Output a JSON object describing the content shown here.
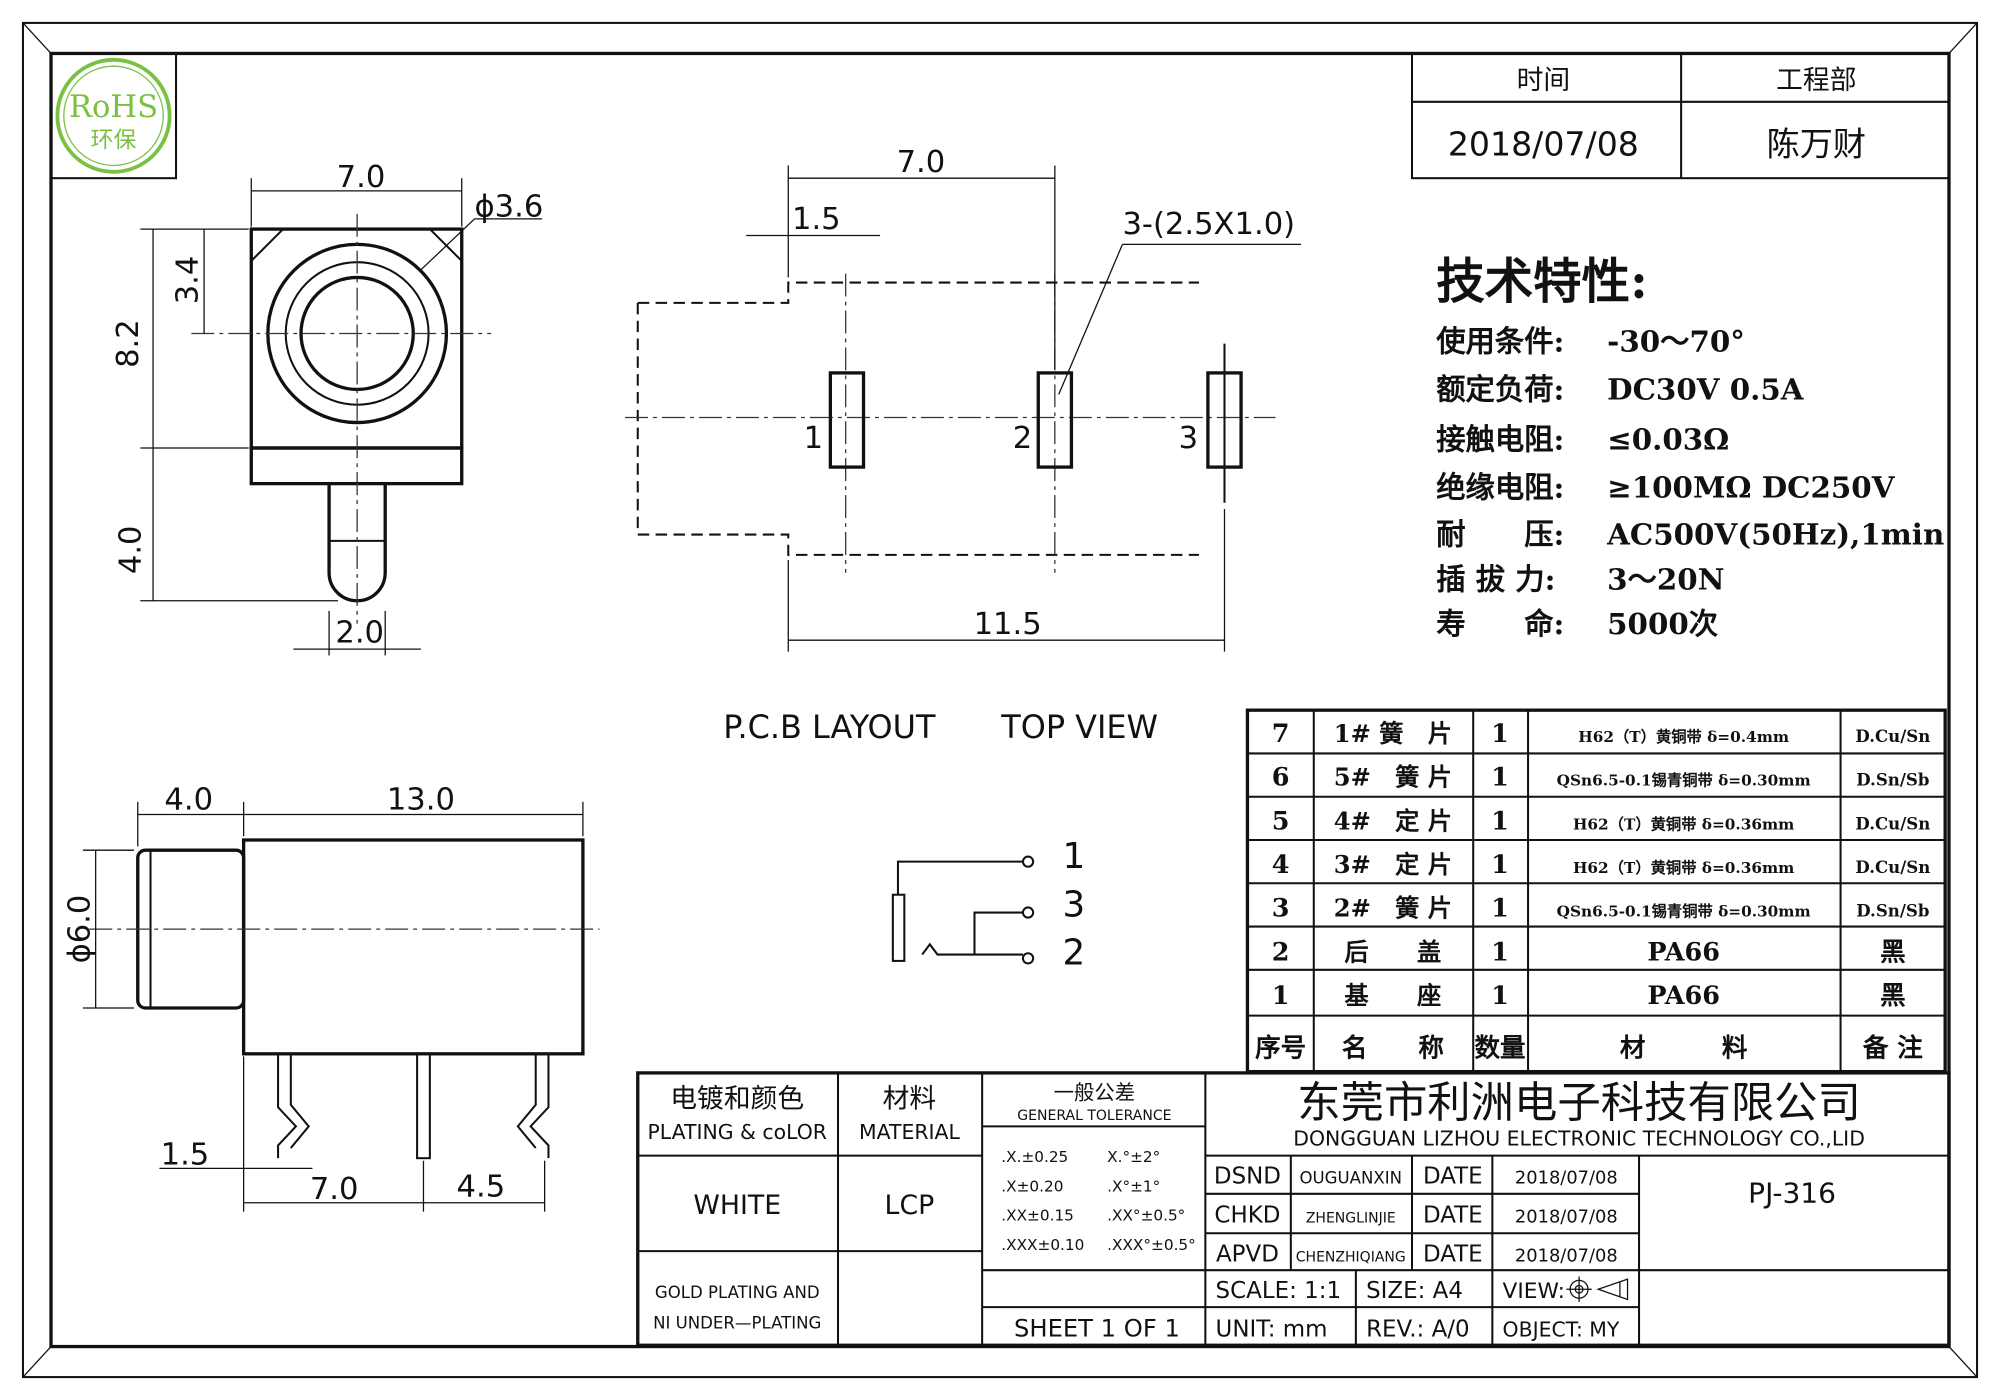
{
  "rohs": {
    "line1": "RoHS",
    "line2": "环保",
    "color": "#7ac143"
  },
  "header_table": {
    "col1_label": "时间",
    "col2_label": "工程部",
    "date": "2018/07/08",
    "engineer": "陈万财"
  },
  "specs": {
    "title": "技术特性:",
    "items": [
      {
        "label": "使用条件:",
        "value": "-30～70°"
      },
      {
        "label": "额定负荷:",
        "value": "DC30V 0.5A"
      },
      {
        "label": "接触电阻:",
        "value": "≤0.03Ω"
      },
      {
        "label": "绝缘电阻:",
        "value": "≥100MΩ DC250V"
      },
      {
        "label": "耐　　压:",
        "value": "AC500V(50Hz),1min"
      },
      {
        "label": "插 拔 力:",
        "value": "3～20N"
      },
      {
        "label": "寿　　命:",
        "value": "5000次"
      }
    ]
  },
  "front_view": {
    "width": "7.0",
    "diameter": "ϕ3.6",
    "h1": "3.4",
    "h2": "8.2",
    "pin_len": "4.0",
    "pin_w": "2.0"
  },
  "pcb_layout": {
    "top": "7.0",
    "offset": "1.5",
    "slot": "3-(2.5X1.0)",
    "bottom": "11.5",
    "pin1": "1",
    "pin2": "2",
    "pin3": "3",
    "caption": "P.C.B LAYOUT",
    "caption2": "TOP VIEW"
  },
  "side_view": {
    "d1": "4.0",
    "d2": "13.0",
    "dia": "ϕ6.0",
    "b1": "1.5",
    "b2": "7.0",
    "b3": "4.5"
  },
  "schematic": {
    "p1": "1",
    "p3": "3",
    "p2": "2"
  },
  "parts_table": {
    "rows": [
      {
        "no": "7",
        "name": "1# 簧　片",
        "qty": "1",
        "material": "H62（T）黄铜带 δ=0.4mm",
        "note": "D.Cu/Sn"
      },
      {
        "no": "6",
        "name": "5#　簧 片",
        "qty": "1",
        "material": "QSn6.5-0.1锡青铜带 δ=0.30mm",
        "note": "D.Sn/Sb"
      },
      {
        "no": "5",
        "name": "4#　定 片",
        "qty": "1",
        "material": "H62（T）黄铜带 δ=0.36mm",
        "note": "D.Cu/Sn"
      },
      {
        "no": "4",
        "name": "3#　定 片",
        "qty": "1",
        "material": "H62（T）黄铜带 δ=0.36mm",
        "note": "D.Cu/Sn"
      },
      {
        "no": "3",
        "name": "2#　簧 片",
        "qty": "1",
        "material": "QSn6.5-0.1锡青铜带 δ=0.30mm",
        "note": "D.Sn/Sb"
      },
      {
        "no": "2",
        "name": "后　　盖",
        "qty": "1",
        "material": "PA66",
        "note": "黑"
      },
      {
        "no": "1",
        "name": "基　　座",
        "qty": "1",
        "material": "PA66",
        "note": "黑"
      }
    ],
    "header": {
      "no": "序号",
      "name": "名　　称",
      "qty": "数量",
      "material": "材　　　料",
      "note": "备 注"
    }
  },
  "title_block": {
    "plating_cn": "电镀和颜色",
    "plating_en": "PLATING & coLOR",
    "material_cn": "材料",
    "material_en": "MATERIAL",
    "tol_cn": "一般公差",
    "tol_en": "GENERAL TOLERANCE",
    "tolerances": [
      ".X.±0.25",
      "X.°±2°",
      ".X±0.20",
      ".X°±1°",
      ".XX±0.15",
      ".XX°±0.5°",
      ".XXX±0.10",
      ".XXX°±0.5°"
    ],
    "color": "WHITE",
    "material": "LCP",
    "plating1": "GOLD PLATING AND",
    "plating2": "NI UNDER—PLATING",
    "sheet": "SHEET 1 OF 1",
    "company_cn": "东莞市利洲电子科技有限公司",
    "company_en": "DONGGUAN LIZHOU ELECTRONIC TECHNOLOGY CO.,LID",
    "sign_rows": [
      {
        "role": "DSND",
        "name": "OUGUANXIN",
        "date_label": "DATE",
        "date": "2018/07/08"
      },
      {
        "role": "CHKD",
        "name": "ZHENGLINJIE",
        "date_label": "DATE",
        "date": "2018/07/08"
      },
      {
        "role": "APVD",
        "name": "CHENZHIQIANG",
        "date_label": "DATE",
        "date": "2018/07/08"
      }
    ],
    "part_no": "PJ-316",
    "scale": "SCALE: 1:1",
    "size": "SIZE: A4",
    "view": "VIEW:",
    "unit": "UNIT: mm",
    "rev": "REV.: A/0",
    "object": "OBJECT: MY"
  }
}
